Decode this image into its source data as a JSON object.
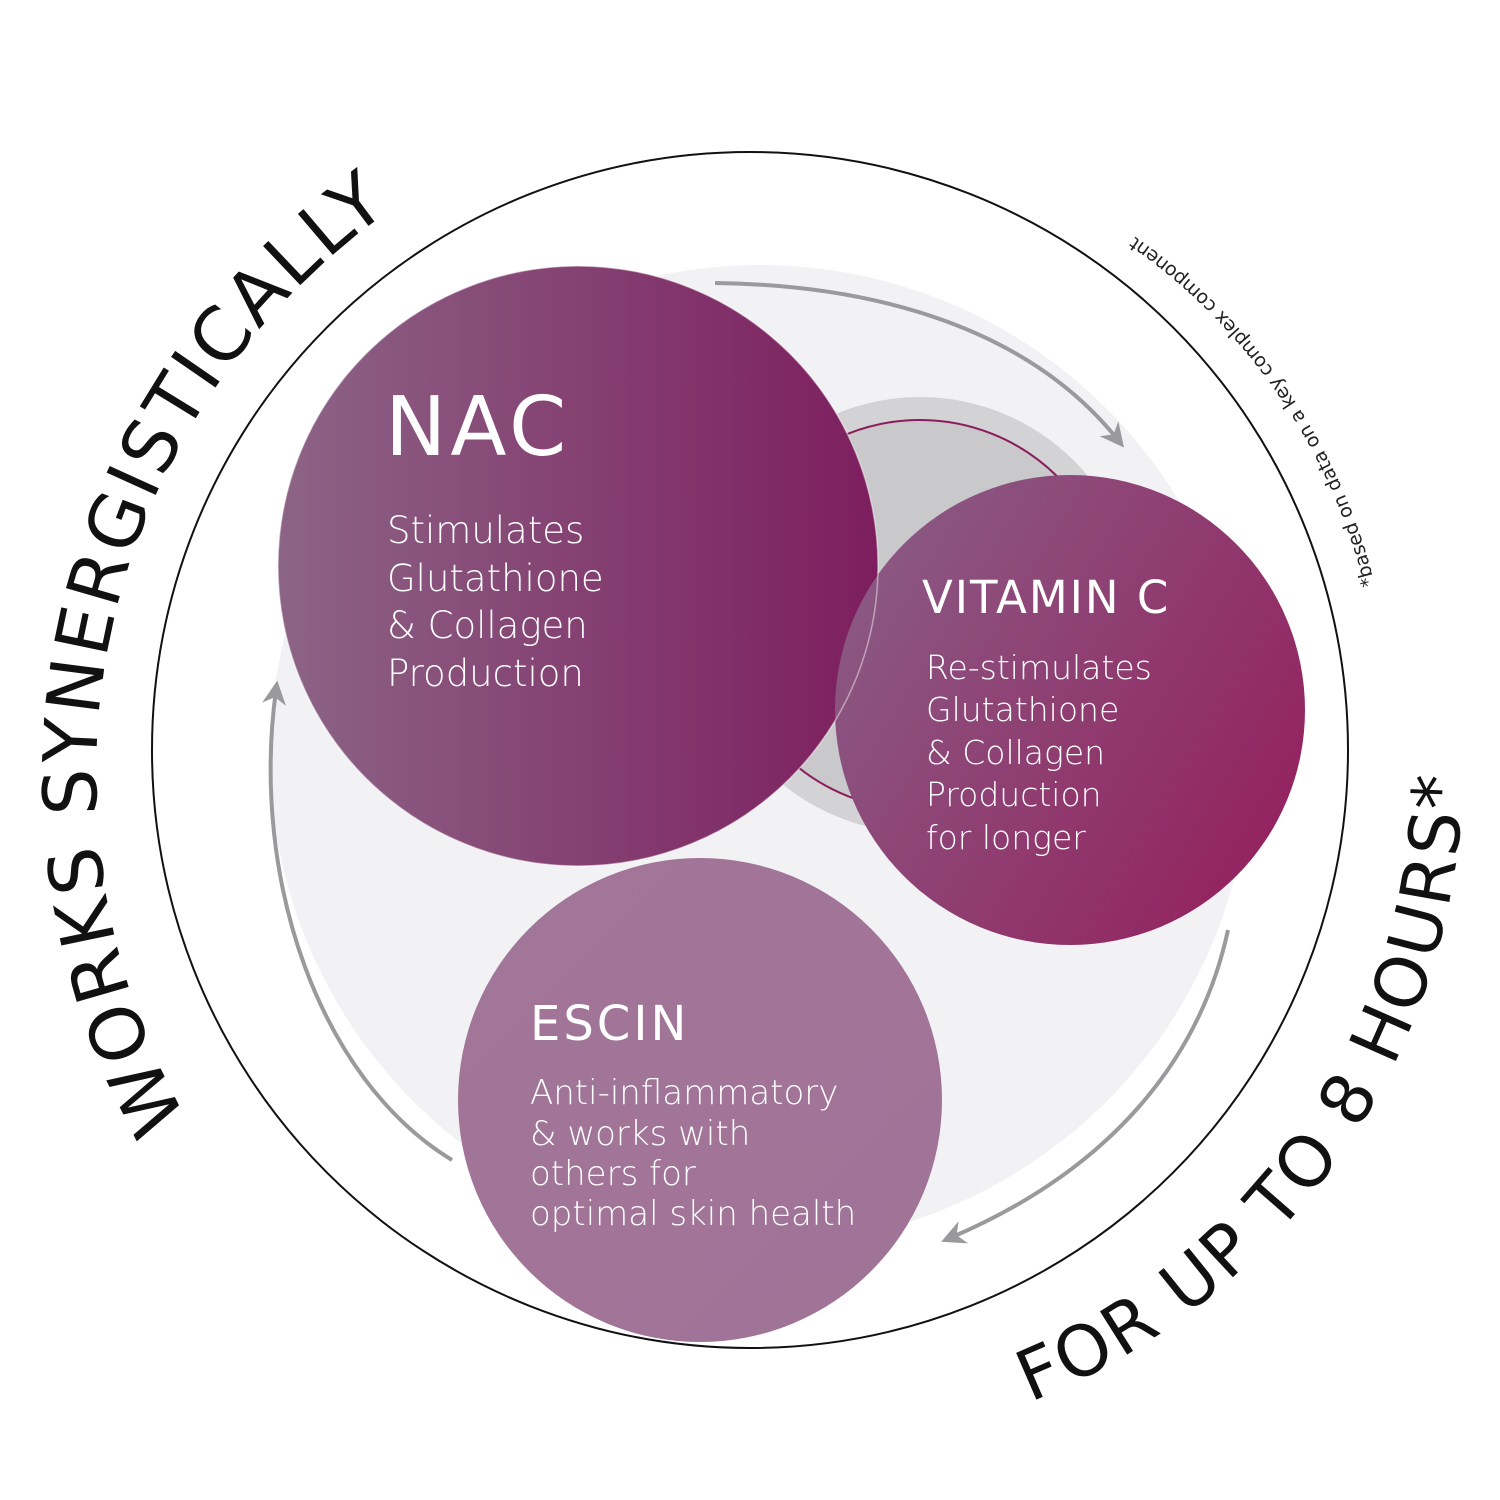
{
  "outer_text": {
    "left_arc": "WORKS SYNERGISTICALLY",
    "right_arc": "FOR UP TO 8 HOURS*",
    "footnote": "*based on data on a key complex component"
  },
  "ingredients": [
    {
      "name": "NAC",
      "lines": [
        "Stimulates",
        "Glutathione",
        "& Collagen",
        "Production"
      ],
      "color_start": "#8c6486",
      "color_end": "#7d1e5e"
    },
    {
      "name": "VITAMIN C",
      "lines": [
        "Re-stimulates",
        "Glutathione",
        "& Collagen",
        "Production",
        "for longer"
      ],
      "color_start": "#8a5b85",
      "color_end": "#94205e"
    },
    {
      "name": "ESCIN",
      "lines": [
        "Anti-inflammatory",
        "& works with",
        "others for",
        "optimal skin health"
      ],
      "color_start": "#a27699",
      "color_end": "#a07397"
    }
  ],
  "colors": {
    "outer_ring": "#111111",
    "inner_disc": "#f2f2f4",
    "arrows": "#9a9a9c",
    "center_ring": "#c9c9cb",
    "center_accent": "#8a1c5c"
  }
}
